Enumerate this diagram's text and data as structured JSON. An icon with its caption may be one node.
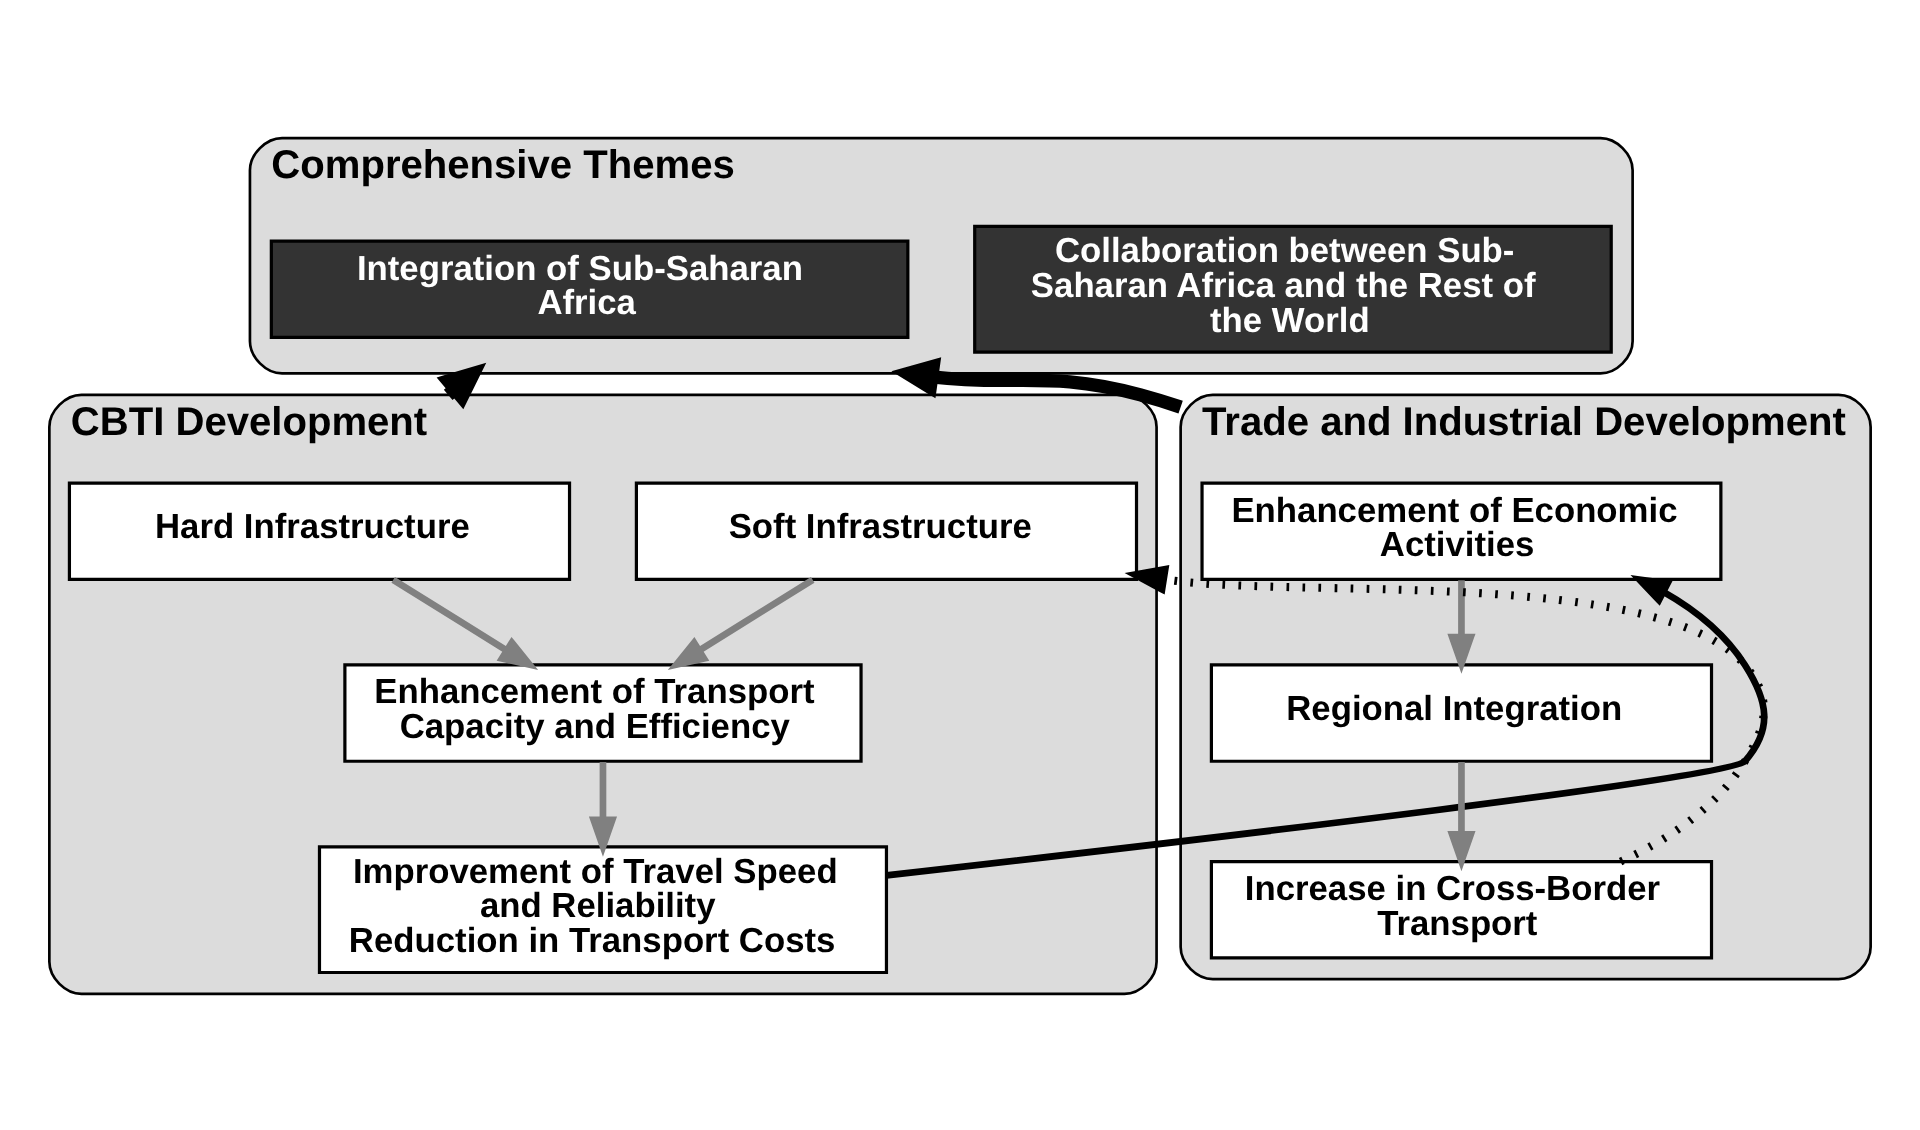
{
  "diagram": {
    "nodes": [
      {
        "text": [
          "Comprehensive Themes"
        ]
      },
      {
        "text": [
          "Integration of Sub-Saharan Africa"
        ],
        "in": 0
      },
      {
        "text": [
          "Collaboration between Sub-Saharan Africa and the Rest of the World"
        ],
        "in": 0
      },
      {
        "text": [
          "CBTI Development"
        ]
      },
      {
        "text": [
          "Hard Infrastructure"
        ],
        "in": 3
      },
      {
        "text": [
          "Soft Infrastructure"
        ],
        "in": 3
      },
      {
        "text": [
          "Enhancement of Transport Capacity and Efficiency"
        ],
        "in": 3
      },
      {
        "text": [
          "Improvement of Travel Speed and Reliability",
          "Reduction in Transport Costs"
        ],
        "in": 3
      },
      {
        "text": [
          "Trade and Industrial Development"
        ]
      },
      {
        "text": [
          "Enhancement of Economic Activities"
        ],
        "in": 8
      },
      {
        "text": [
          "Regional Integration"
        ],
        "in": 8
      },
      {
        "text": [
          "Increase in Cross-Border Transport"
        ],
        "in": 8
      }
    ],
    "edges": [
      {
        "from": 3,
        "to": 0,
        "arrow": "to",
        "style": "thick",
        "color": "#000000"
      },
      {
        "from": 8,
        "to": 0,
        "arrow": "to",
        "style": "thick",
        "color": "#000000"
      },
      {
        "from": 4,
        "to": 6,
        "arrow": "to"
      },
      {
        "from": 5,
        "to": 6,
        "arrow": "to"
      },
      {
        "from": 6,
        "to": 7,
        "arrow": "to"
      },
      {
        "from": 7,
        "to": 9,
        "arrow": "to",
        "color": "#000000"
      },
      {
        "from": 11,
        "to": 5,
        "arrow": "to",
        "style": "dashed",
        "color": "#000000"
      },
      {
        "from": 9,
        "to": 10,
        "arrow": "to"
      },
      {
        "from": 10,
        "to": 11,
        "arrow": "to"
      }
    ]
  }
}
